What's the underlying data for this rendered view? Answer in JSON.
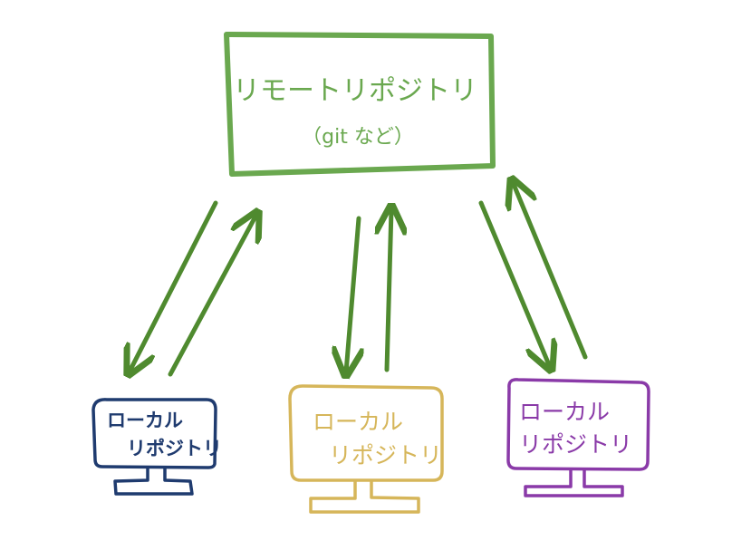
{
  "remote": {
    "title": "リモートリポジトリ",
    "subtitle": "（git など）",
    "color": "#6aa84f"
  },
  "locals": [
    {
      "line1": "ローカル",
      "line2": "リポジトリ",
      "color": "#1f3b6f"
    },
    {
      "line1": "ローカル",
      "line2": "リポジトリ",
      "color": "#d6b65a"
    },
    {
      "line1": "ローカル",
      "line2": "リポジトリ",
      "color": "#8a3aa8"
    }
  ],
  "arrow_color": "#4f8a2f"
}
